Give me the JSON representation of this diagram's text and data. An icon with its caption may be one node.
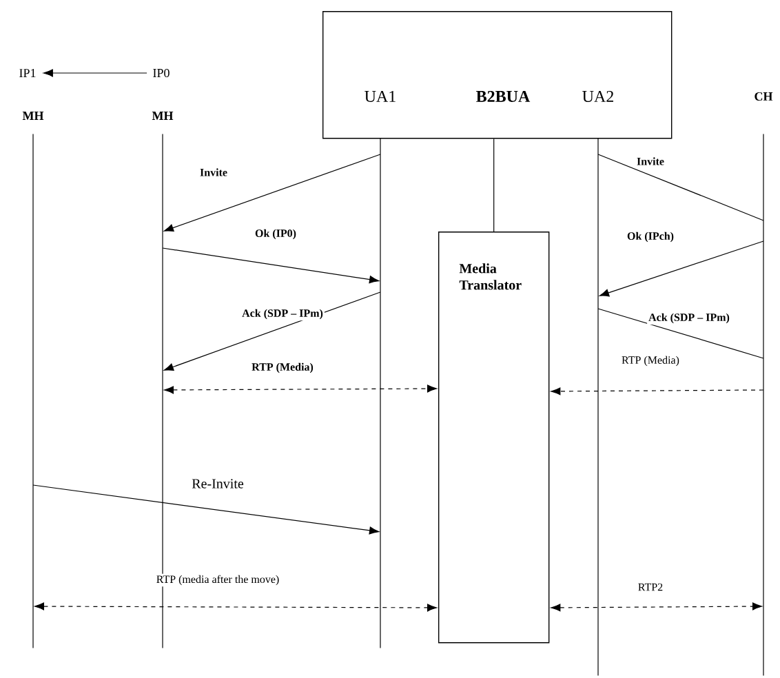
{
  "diagram": {
    "nodes": [
      {
        "text": [
          "IP1"
        ]
      },
      {
        "text": [
          "IP0"
        ]
      },
      {
        "text": [
          "MH"
        ]
      },
      {
        "text": [
          "MH"
        ]
      },
      {
        "text": [
          "B2BUA"
        ]
      },
      {
        "text": [
          "UA1"
        ],
        "in": 4
      },
      {
        "text": [
          "UA2"
        ],
        "in": 4
      },
      {
        "text": [
          "CH"
        ]
      },
      {
        "text": [],
        "shape": "bar"
      },
      {
        "text": [],
        "shape": "bar"
      },
      {
        "text": [],
        "shape": "bar"
      },
      {
        "text": [
          "Media Translator"
        ]
      },
      {
        "text": [],
        "shape": "bar"
      },
      {
        "text": [],
        "shape": "bar"
      }
    ],
    "edges": [
      {
        "from": 1,
        "to": 0,
        "arrow": "to"
      },
      {
        "from": 10,
        "to": 9,
        "arrow": "to",
        "label": "Invite"
      },
      {
        "from": 9,
        "to": 10,
        "arrow": "to",
        "label": "Ok (IP0)"
      },
      {
        "from": 10,
        "to": 9,
        "arrow": "to",
        "label": "Ack (SDP – IPm)"
      },
      {
        "from": 9,
        "to": 11,
        "arrow": "both",
        "style": "dashed",
        "label": "RTP (Media)"
      },
      {
        "from": 12,
        "to": 13,
        "arrow": "none",
        "label": "Invite"
      },
      {
        "from": 13,
        "to": 12,
        "arrow": "to",
        "label": "Ok (IPch)"
      },
      {
        "from": 12,
        "to": 13,
        "arrow": "none",
        "label": "Ack (SDP – IPm)"
      },
      {
        "from": 13,
        "to": 11,
        "arrow": "to",
        "style": "dashed",
        "label": "RTP (Media)"
      },
      {
        "from": 8,
        "to": 10,
        "arrow": "to",
        "label": "Re-Invite"
      },
      {
        "from": 8,
        "to": 11,
        "arrow": "both",
        "style": "dashed",
        "label": "RTP (media after the move)"
      },
      {
        "from": 11,
        "to": 13,
        "arrow": "both",
        "style": "dashed",
        "label": "RTP2"
      },
      {
        "from": 4,
        "to": 11,
        "arrow": "none"
      }
    ]
  }
}
